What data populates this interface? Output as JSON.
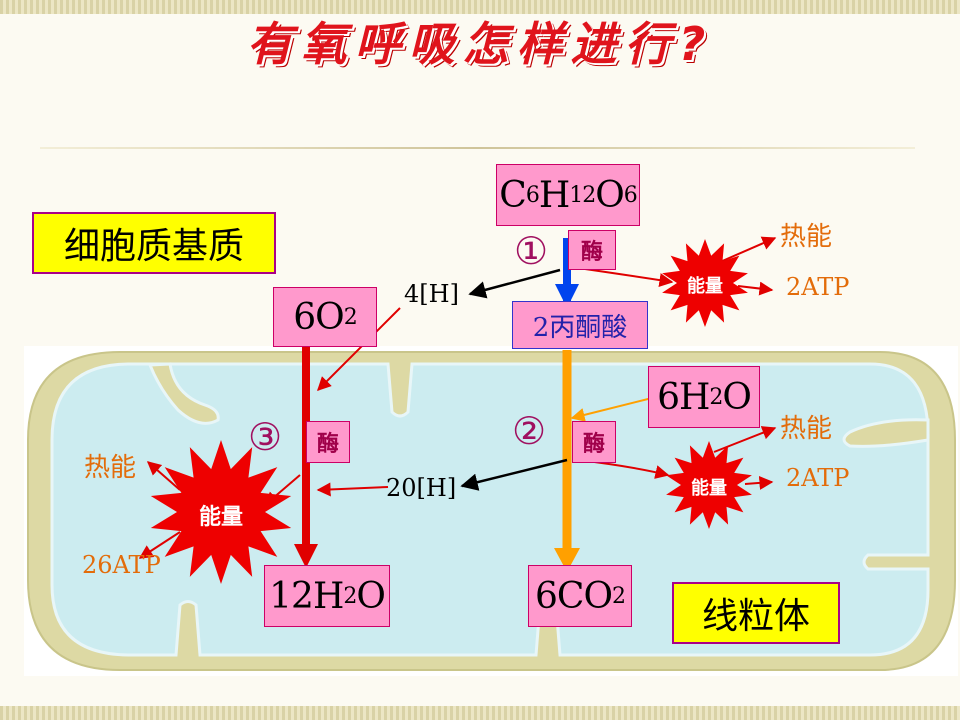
{
  "slide": {
    "title": "有氧呼吸怎样进行?"
  },
  "regions": {
    "cytoplasm": "细胞质基质",
    "mitochondrion": "线粒体"
  },
  "molecules": {
    "glucose": {
      "base": [
        "C",
        "H",
        "O"
      ],
      "subs": [
        "6",
        "12",
        "6"
      ]
    },
    "pyruvate": "2丙酮酸",
    "oxygen": {
      "base": [
        "6O"
      ],
      "subs": [
        "2"
      ]
    },
    "water_in": {
      "base": [
        "6H",
        "O"
      ],
      "subs": [
        "2"
      ]
    },
    "water_out": {
      "base": [
        "12H",
        "O"
      ],
      "subs": [
        "2"
      ]
    },
    "co2": {
      "base": [
        "6CO"
      ],
      "subs": [
        "2"
      ]
    }
  },
  "steps": {
    "s1": "①",
    "s2": "②",
    "s3": "③",
    "enzyme": "酶"
  },
  "hydrogen": {
    "h1": "4[H]",
    "h2": "20[H]"
  },
  "energy": {
    "label": "能量",
    "heat": "热能",
    "atp_stage1": "2ATP",
    "atp_stage2": "2ATP",
    "atp_stage3": "26ATP"
  },
  "colors": {
    "title": "#e0141c",
    "mito_fill": "#ccecf0",
    "mito_outer": "#ddd9a4",
    "box_pink": "#ff99cc",
    "box_yellow": "#ffff00",
    "arrow_red": "#e00000",
    "arrow_orange": "#ffa000",
    "arrow_blue": "#0044ee",
    "burst": "#ee0000"
  }
}
